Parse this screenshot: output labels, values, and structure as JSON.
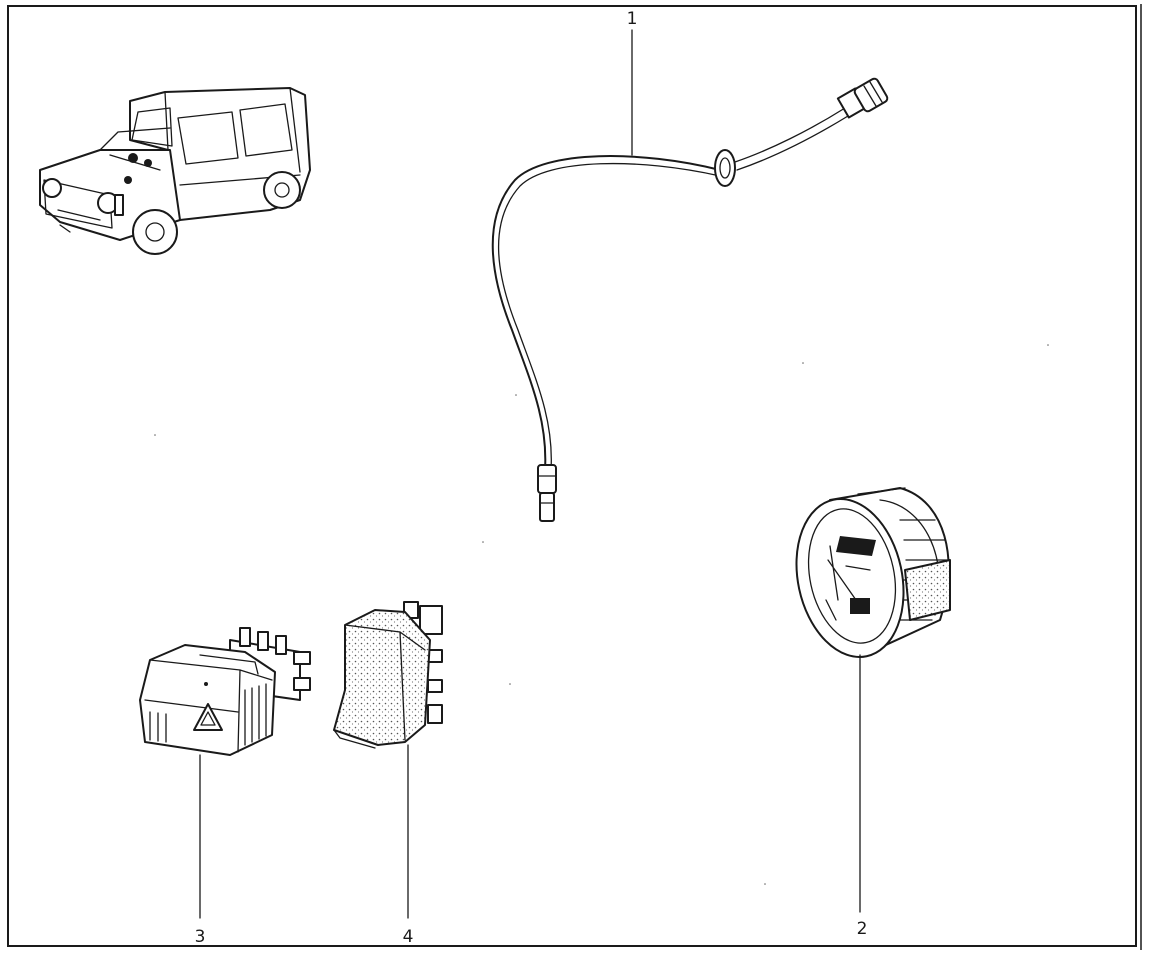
{
  "callouts": {
    "c1": "1",
    "c2": "2",
    "c3": "3",
    "c4": "4"
  },
  "icons": {
    "hazard": "warning-triangle-icon"
  }
}
